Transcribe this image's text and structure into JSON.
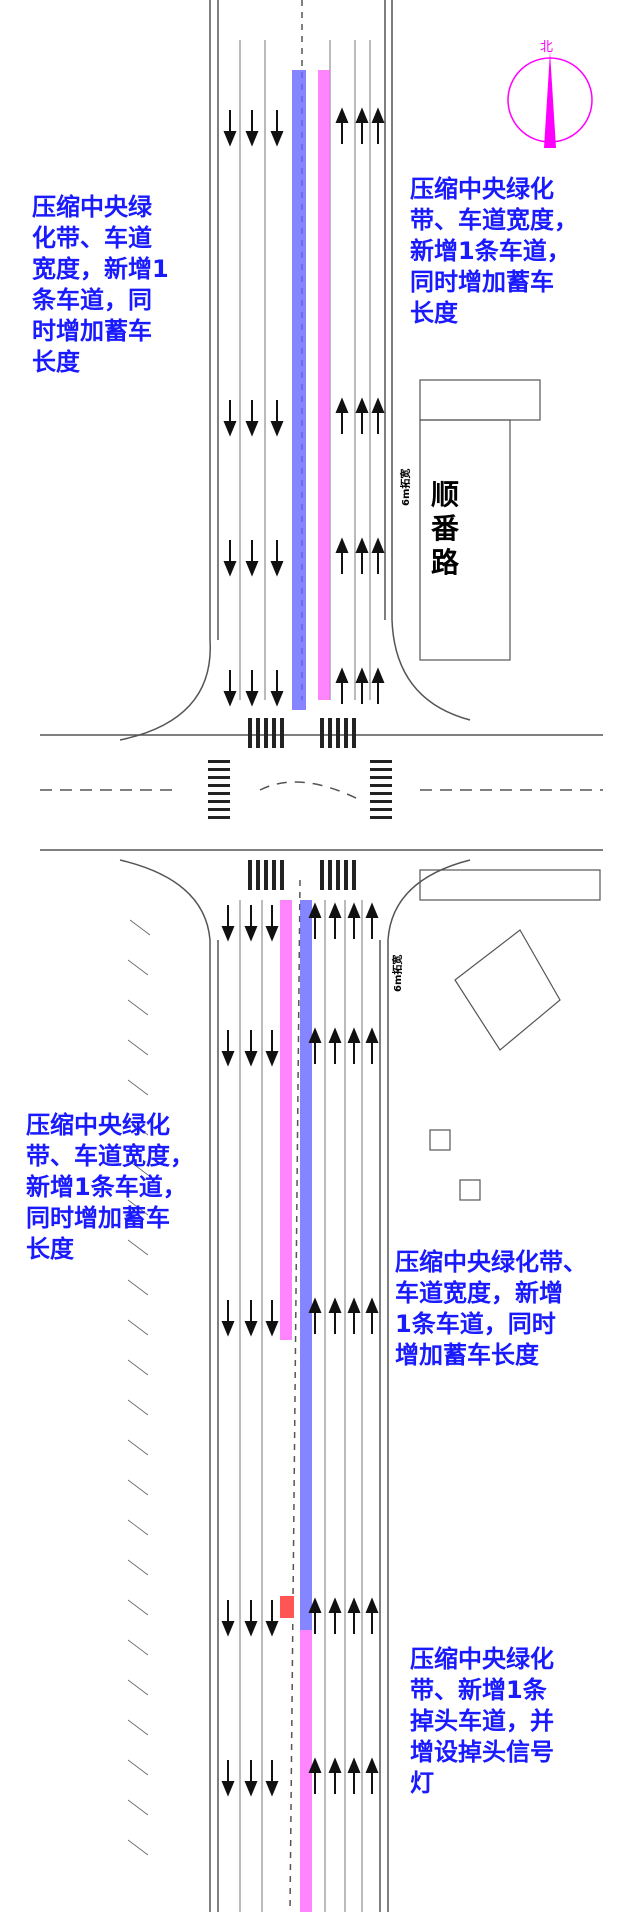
{
  "annotations": [
    {
      "id": "note-1",
      "text": "压缩中央绿\n化带、车道\n宽度，新增1\n条车道，同\n时增加蓄车\n长度"
    },
    {
      "id": "note-2",
      "text": "压缩中央绿化\n带、车道宽度，\n新增1条车道，\n同时增加蓄车\n长度"
    },
    {
      "id": "note-3",
      "text": "压缩中央绿化\n带、车道宽度，\n新增1条车道，\n同时增加蓄车\n长度"
    },
    {
      "id": "note-4",
      "text": "压缩中央绿化带、\n车道宽度，新增\n1条车道，同时\n增加蓄车长度"
    },
    {
      "id": "note-5",
      "text": "压缩中央绿化\n带、新增1条\n掉头车道，并\n增设掉头信号\n灯"
    }
  ],
  "road_name": "顺\n番\n路",
  "north_arrow_label": "北",
  "dimension_tags": [
    "6m拓宽",
    "6m拓宽"
  ],
  "colors": {
    "annotation_text": "#1a1aff",
    "lane_blue": "#6666ff",
    "lane_magenta": "#ff66ff",
    "north_arrow": "#ff00ff",
    "linework": "#444444"
  },
  "legend_strips": [
    {
      "name": "blue-lane-strip",
      "color": "#6666ff"
    },
    {
      "name": "magenta-lane-strip",
      "color": "#ff66ff"
    }
  ]
}
